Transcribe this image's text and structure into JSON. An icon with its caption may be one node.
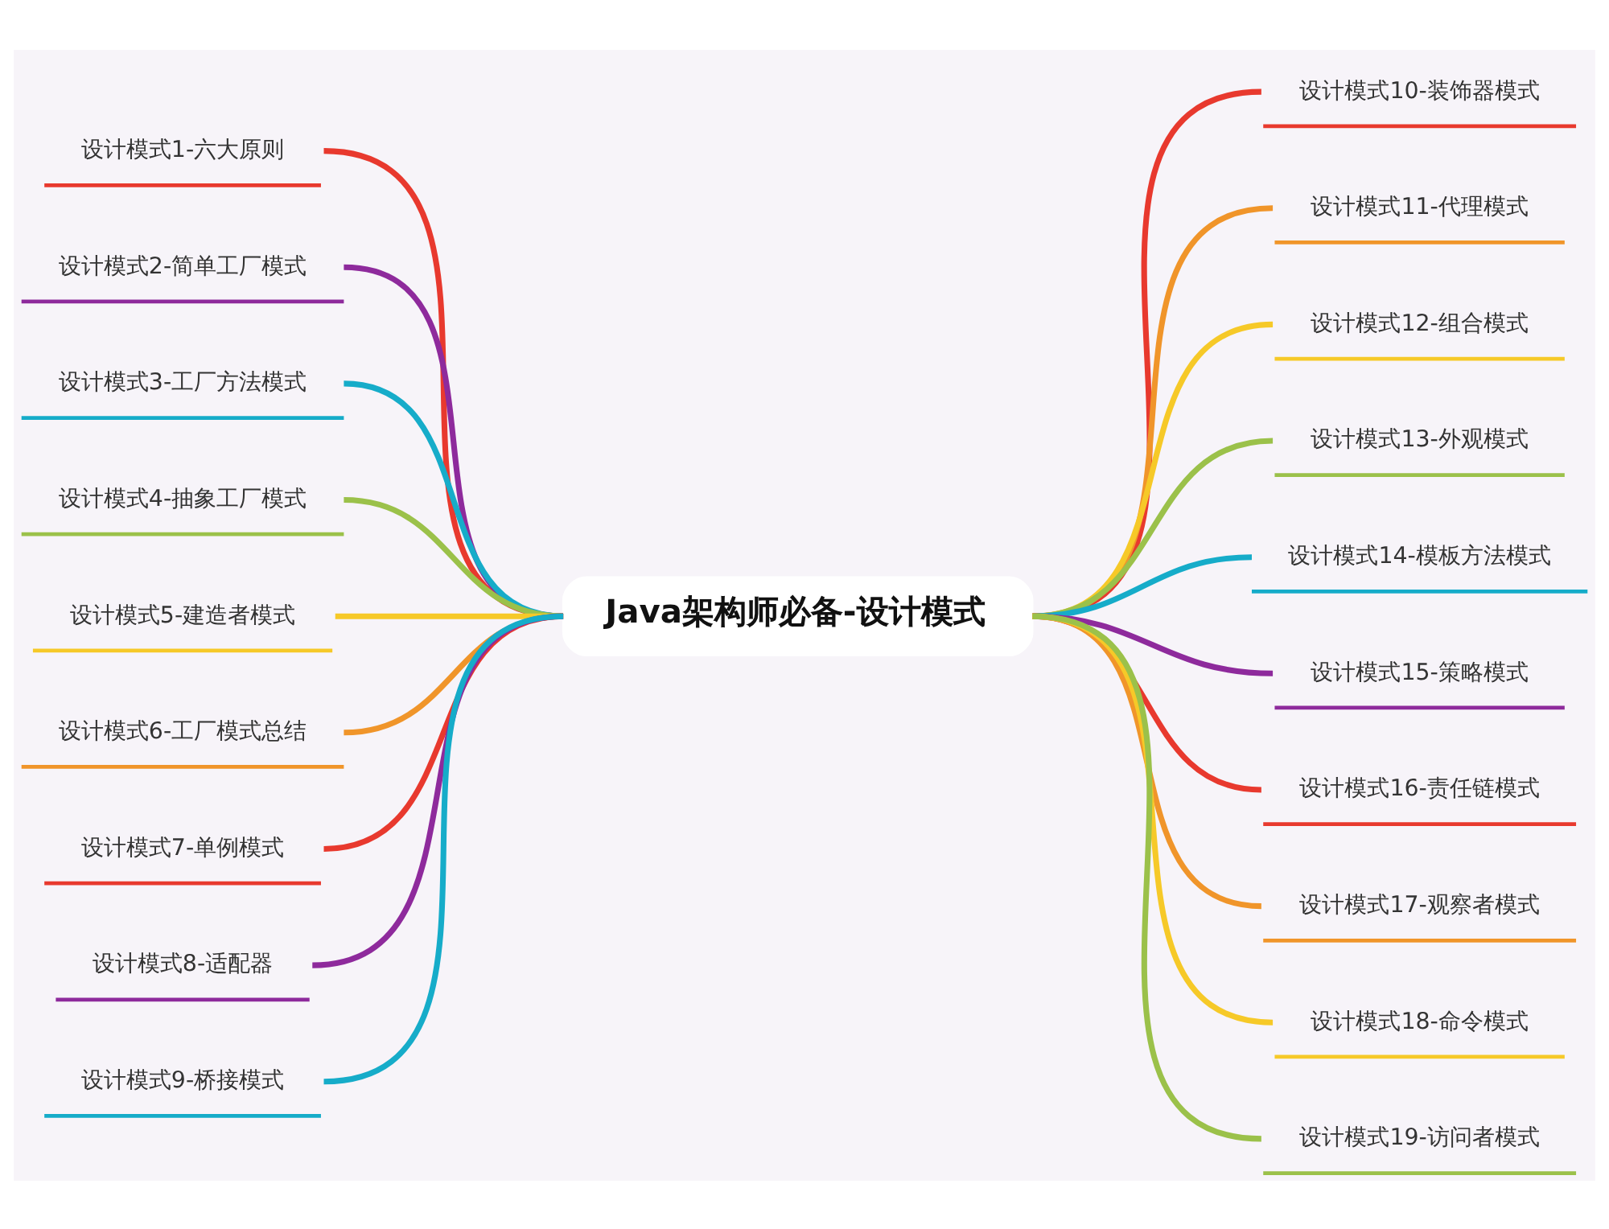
{
  "diagram": {
    "nodes": [
      {
        "text": [
          "Java架构师必备-设计模式"
        ]
      },
      {
        "text": [
          "设计模式1-六大原则"
        ]
      },
      {
        "text": [
          "设计模式2-简单工厂模式"
        ]
      },
      {
        "text": [
          "设计模式3-工厂方法模式"
        ]
      },
      {
        "text": [
          "设计模式4-抽象工厂模式"
        ]
      },
      {
        "text": [
          "设计模式5-建造者模式"
        ]
      },
      {
        "text": [
          "设计模式6-工厂模式总结"
        ]
      },
      {
        "text": [
          "设计模式7-单例模式"
        ]
      },
      {
        "text": [
          "设计模式8-适配器"
        ]
      },
      {
        "text": [
          "设计模式9-桥接模式"
        ]
      },
      {
        "text": [
          "设计模式10-装饰器模式"
        ]
      },
      {
        "text": [
          "设计模式11-代理模式"
        ]
      },
      {
        "text": [
          "设计模式12-组合模式"
        ]
      },
      {
        "text": [
          "设计模式13-外观模式"
        ]
      },
      {
        "text": [
          "设计模式14-模板方法模式"
        ]
      },
      {
        "text": [
          "设计模式15-策略模式"
        ]
      },
      {
        "text": [
          "设计模式16-责任链模式"
        ]
      },
      {
        "text": [
          "设计模式17-观察者模式"
        ]
      },
      {
        "text": [
          "设计模式18-命令模式"
        ]
      },
      {
        "text": [
          "设计模式19-访问者模式"
        ]
      }
    ],
    "edges": [
      {
        "from": 0,
        "to": 1,
        "arrow": "none",
        "color": "#e8392e"
      },
      {
        "from": 0,
        "to": 2,
        "arrow": "none",
        "color": "#8e2a9c"
      },
      {
        "from": 0,
        "to": 3,
        "arrow": "none",
        "color": "#16acc9"
      },
      {
        "from": 0,
        "to": 4,
        "arrow": "none",
        "color": "#9bc14a"
      },
      {
        "from": 0,
        "to": 5,
        "arrow": "none",
        "color": "#f6c928"
      },
      {
        "from": 0,
        "to": 6,
        "arrow": "none",
        "color": "#f0952a"
      },
      {
        "from": 0,
        "to": 7,
        "arrow": "none",
        "color": "#e8392e"
      },
      {
        "from": 0,
        "to": 8,
        "arrow": "none",
        "color": "#8e2a9c"
      },
      {
        "from": 0,
        "to": 9,
        "arrow": "none",
        "color": "#16acc9"
      },
      {
        "from": 0,
        "to": 10,
        "arrow": "none",
        "color": "#e8392e"
      },
      {
        "from": 0,
        "to": 11,
        "arrow": "none",
        "color": "#f0952a"
      },
      {
        "from": 0,
        "to": 12,
        "arrow": "none",
        "color": "#f6c928"
      },
      {
        "from": 0,
        "to": 13,
        "arrow": "none",
        "color": "#9bc14a"
      },
      {
        "from": 0,
        "to": 14,
        "arrow": "none",
        "color": "#16acc9"
      },
      {
        "from": 0,
        "to": 15,
        "arrow": "none",
        "color": "#8e2a9c"
      },
      {
        "from": 0,
        "to": 16,
        "arrow": "none",
        "color": "#e8392e"
      },
      {
        "from": 0,
        "to": 17,
        "arrow": "none",
        "color": "#f0952a"
      },
      {
        "from": 0,
        "to": 18,
        "arrow": "none",
        "color": "#f6c928"
      },
      {
        "from": 0,
        "to": 19,
        "arrow": "none",
        "color": "#9bc14a"
      }
    ]
  }
}
